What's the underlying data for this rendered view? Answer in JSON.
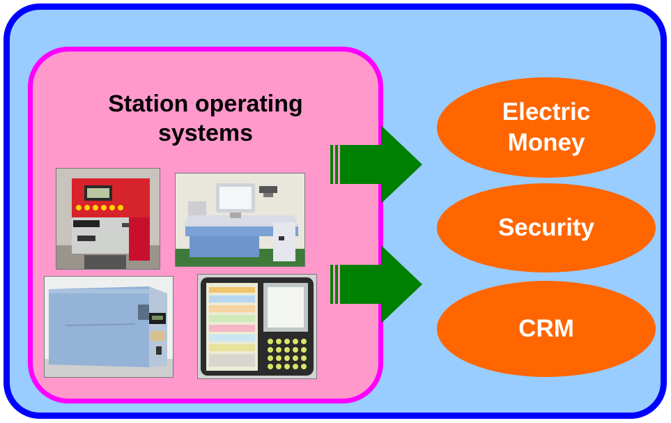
{
  "panel": {
    "title_line1": "Station operating",
    "title_line2": "systems"
  },
  "photos": [
    {
      "icon": "ticket-vending-machine-icon"
    },
    {
      "icon": "station-desk-terminal-icon"
    },
    {
      "icon": "blue-cabinet-machine-icon"
    },
    {
      "icon": "handheld-tablet-terminal-icon"
    }
  ],
  "targets": [
    {
      "label_line1": "Electric",
      "label_line2": "Money"
    },
    {
      "label_line1": "Security"
    },
    {
      "label_line1": "CRM"
    }
  ],
  "colors": {
    "outer_fill": "#99ccff",
    "outer_border": "#0000ff",
    "inner_fill": "#ff99cc",
    "inner_border": "#ff00ff",
    "arrow": "#008000",
    "oval": "#ff6600"
  }
}
